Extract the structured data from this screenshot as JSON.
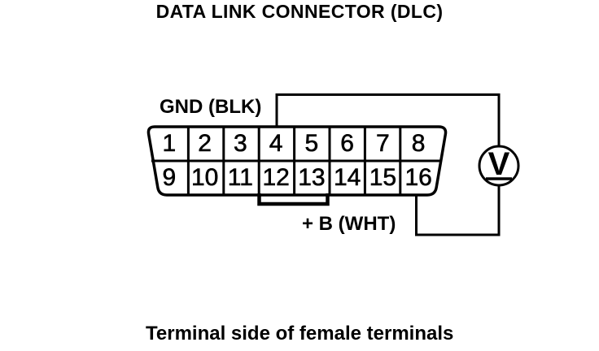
{
  "title": "DATA LINK CONNECTOR (DLC)",
  "caption": "Terminal side of female terminals",
  "connector": {
    "name": "data-link-connector",
    "pins": [
      "1",
      "2",
      "3",
      "4",
      "5",
      "6",
      "7",
      "8",
      "9",
      "10",
      "11",
      "12",
      "13",
      "14",
      "15",
      "16"
    ],
    "labels": {
      "ground": "GND (BLK)",
      "battery": "+ B (WHT)"
    }
  },
  "voltmeter": {
    "symbol": "V"
  },
  "colors": {
    "line": "#000000",
    "background": "#ffffff"
  }
}
